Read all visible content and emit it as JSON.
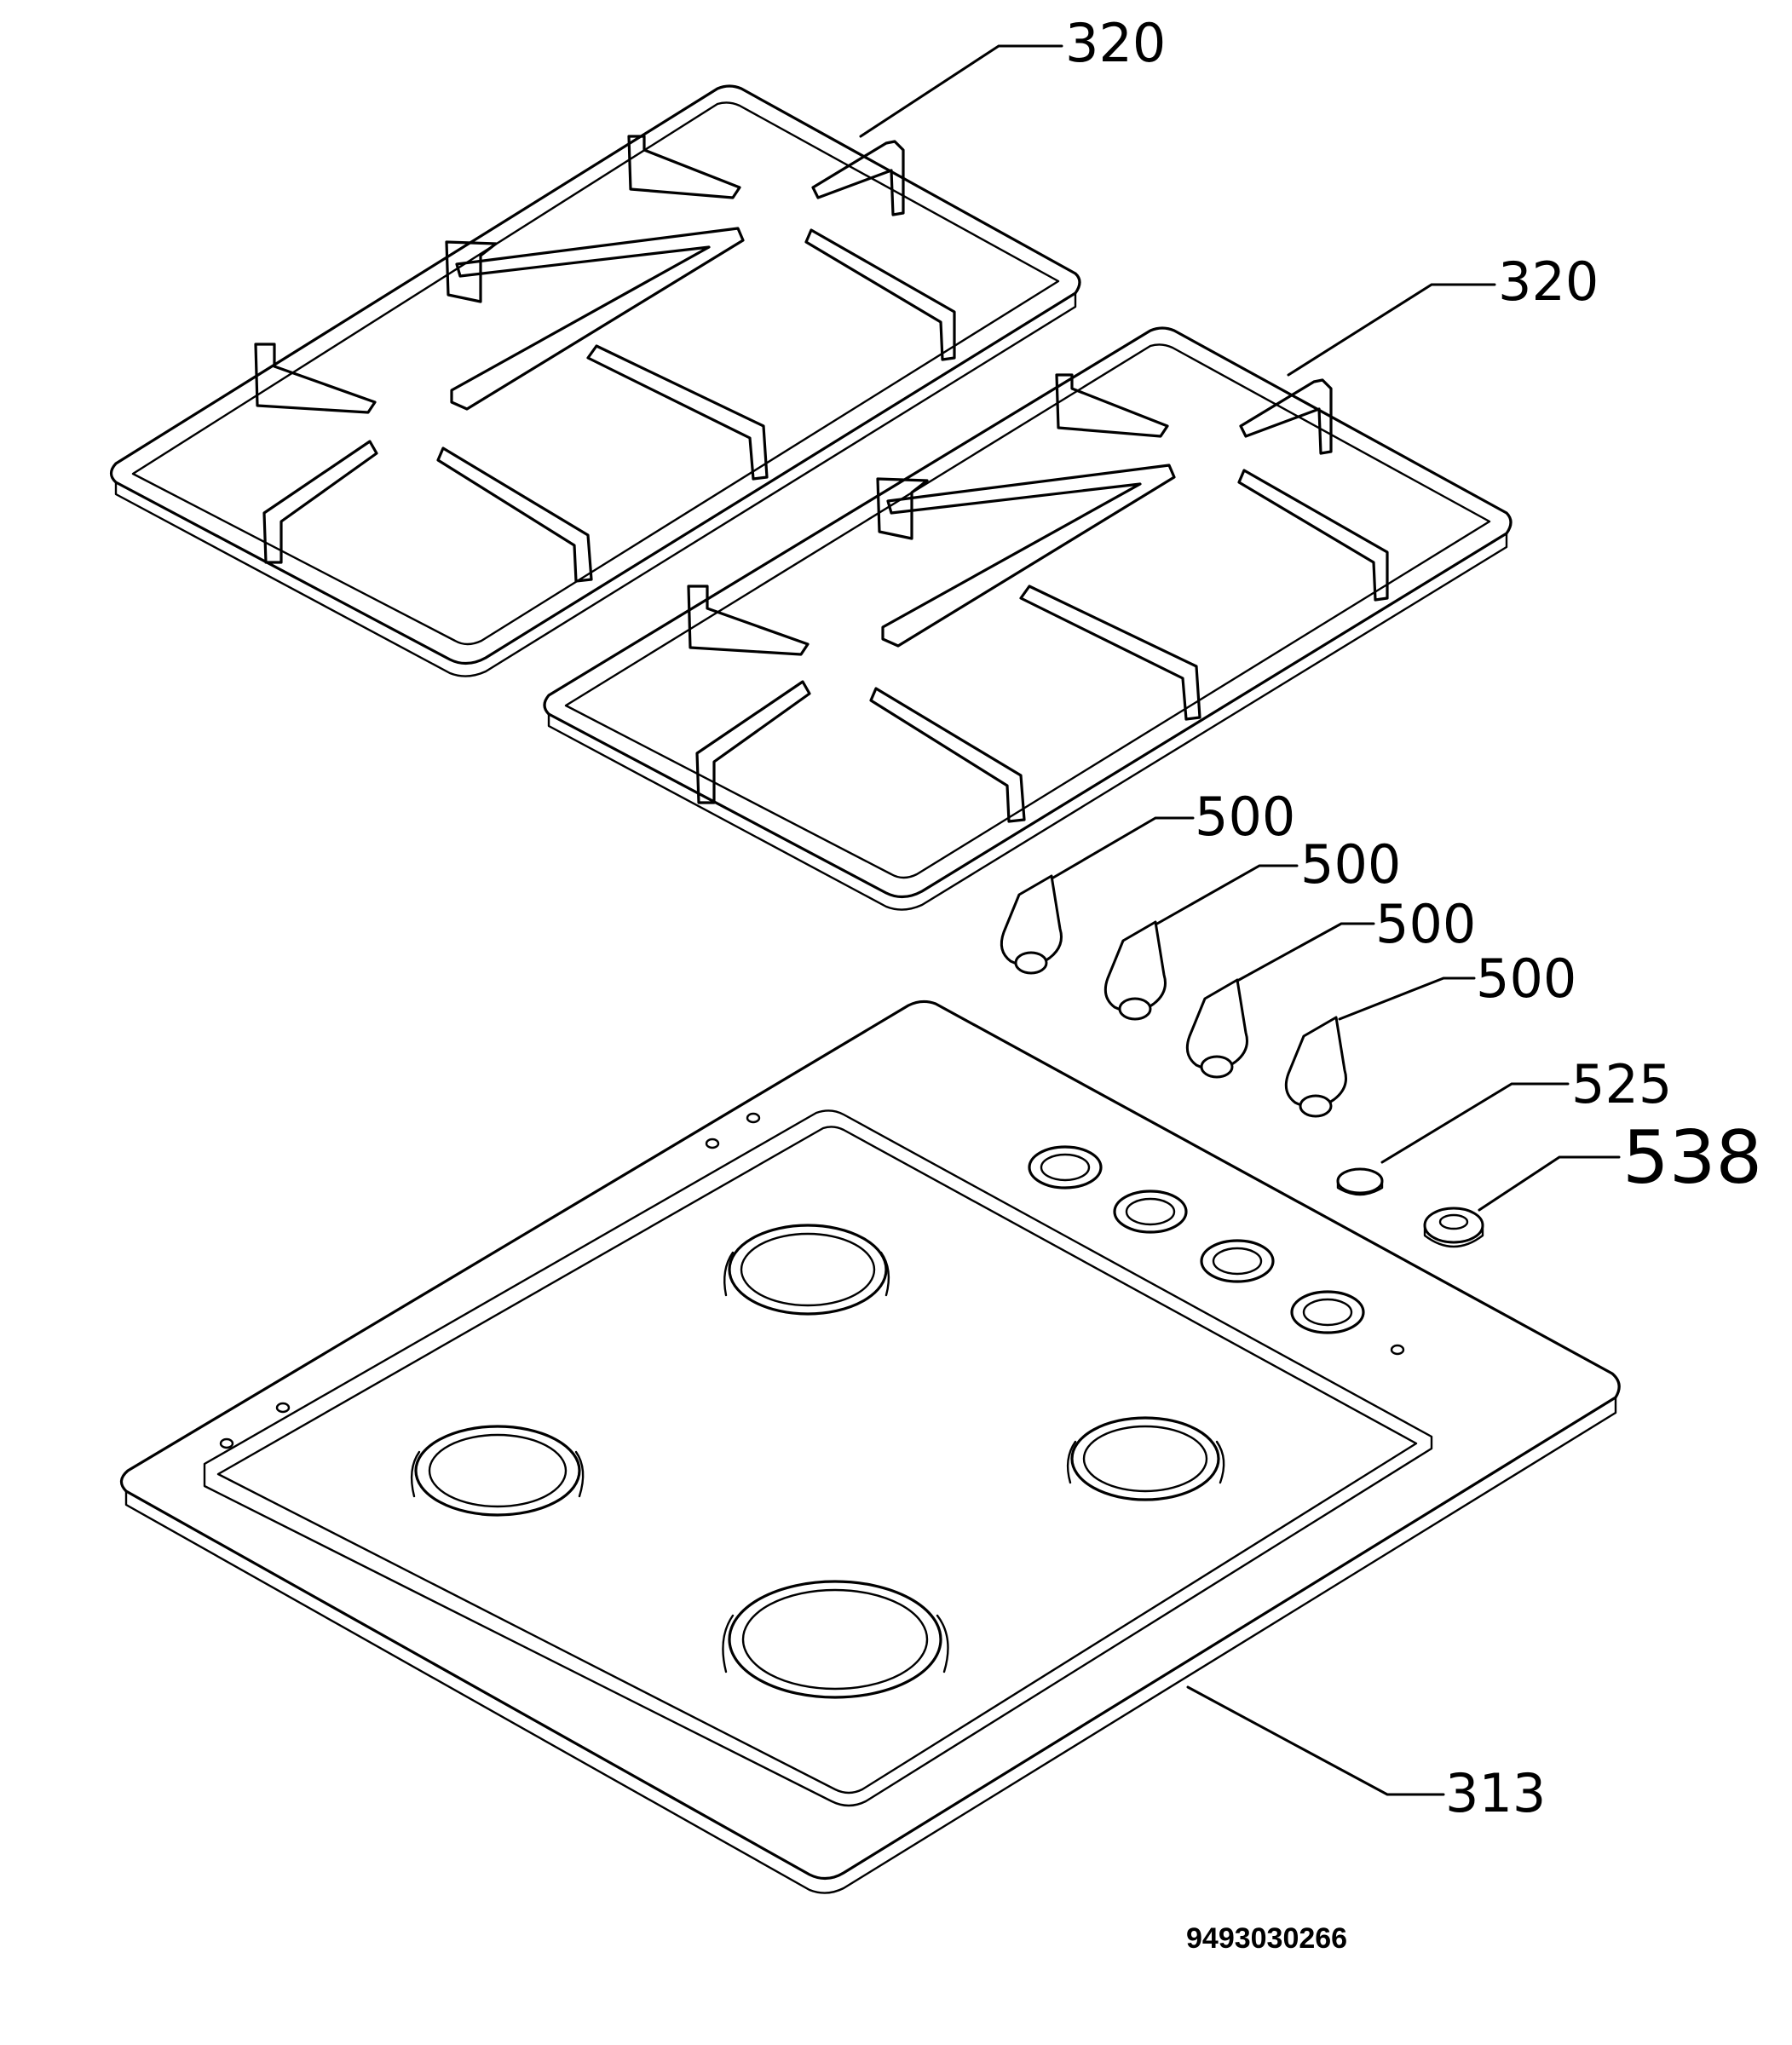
{
  "callouts": {
    "grate_top": "320",
    "grate_middle": "320",
    "knob_1": "500",
    "knob_2": "500",
    "knob_3": "500",
    "knob_4": "500",
    "cap": "525",
    "ring": "538",
    "hob_top": "313"
  },
  "document_number": "9493030266"
}
